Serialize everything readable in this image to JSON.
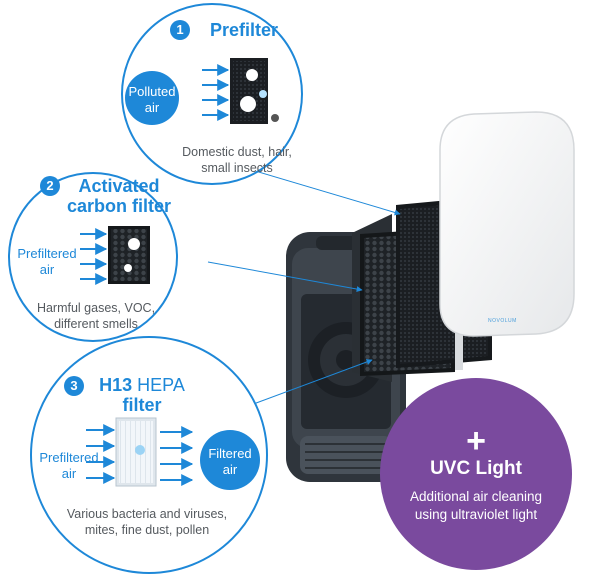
{
  "colors": {
    "accent_blue": "#1e88d8",
    "uvc_purple": "#7a4a9e",
    "device_dark": "#3a4048",
    "text_gray": "#555a5f"
  },
  "stages": [
    {
      "number": "1",
      "title_lines": [
        "Prefilter"
      ],
      "input_label_lines": [
        "Polluted",
        "air"
      ],
      "description_lines": [
        "Domestic dust, hair,",
        "small insects"
      ]
    },
    {
      "number": "2",
      "title_lines": [
        "Activated",
        "carbon filter"
      ],
      "input_label_lines": [
        "Prefiltered",
        "air"
      ],
      "description_lines": [
        "Harmful gases, VOC,",
        "different smells"
      ]
    },
    {
      "number": "3",
      "title_bold": "H13",
      "title_rest": " HEPA",
      "title_line2": "filter",
      "input_label_lines": [
        "Prefiltered",
        "air"
      ],
      "output_label_lines": [
        "Filtered",
        "air"
      ],
      "description_lines": [
        "Various bacteria and viruses,",
        "mites, fine dust, pollen"
      ]
    }
  ],
  "uvc": {
    "plus": "+",
    "title": "UVC Light",
    "description_lines": [
      "Additional air cleaning",
      "using ultraviolet light"
    ]
  },
  "device": {
    "brand_mark": "NOVOLUM"
  }
}
